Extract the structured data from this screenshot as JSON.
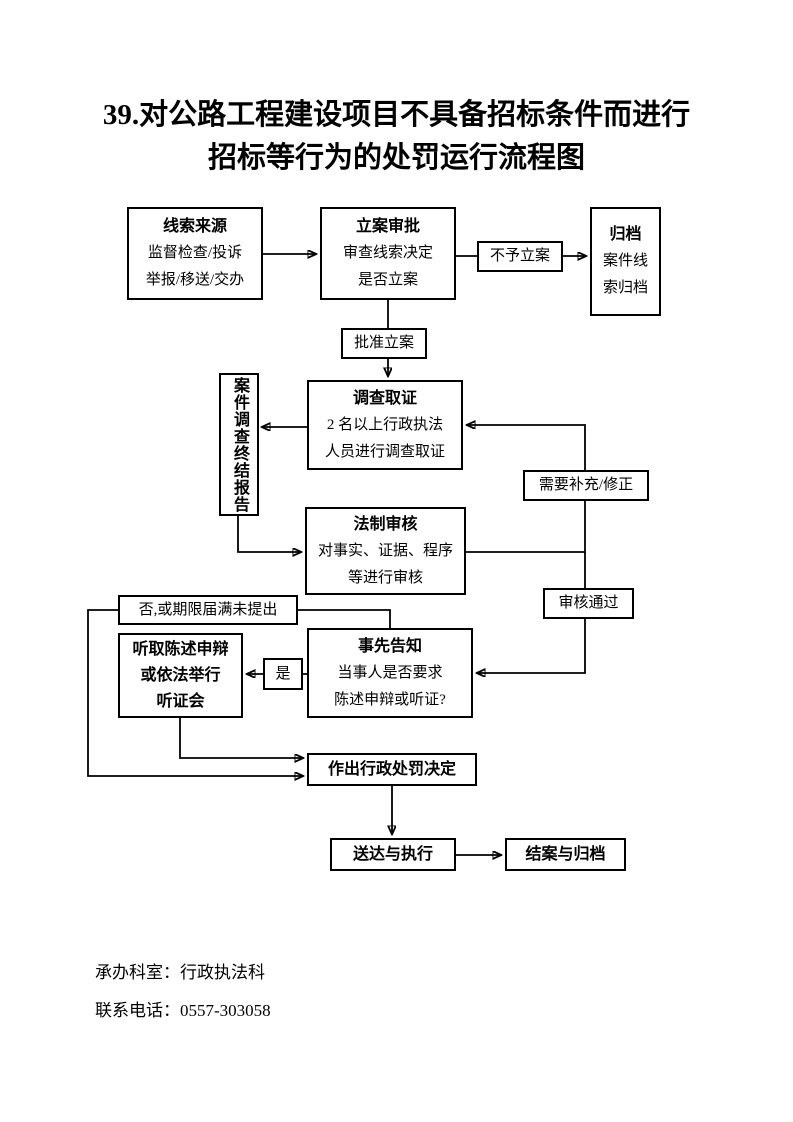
{
  "title": {
    "line1": "39.对公路工程建设项目不具备招标条件而进行",
    "line2": "招标等行为的处罚运行流程图"
  },
  "flowchart": {
    "clue_source": {
      "title": "线索来源",
      "line1": "监督检查/投诉",
      "line2": "举报/移送/交办"
    },
    "case_approval": {
      "title": "立案审批",
      "line1": "审查线索决定",
      "line2": "是否立案"
    },
    "no_case": {
      "label": "不予立案"
    },
    "archive": {
      "title": "归档",
      "line1": "案件线",
      "line2": "索归档"
    },
    "approve_case": {
      "label": "批准立案"
    },
    "investigation": {
      "title": "调查取证",
      "line1": "2 名以上行政执法",
      "line2": "人员进行调查取证"
    },
    "case_report": {
      "label": "案件调查终结报告"
    },
    "legal_review": {
      "title": "法制审核",
      "line1": "对事实、证据、程序",
      "line2": "等进行审核"
    },
    "need_supplement": {
      "label": "需要补充/修正"
    },
    "review_passed": {
      "label": "审核通过"
    },
    "no_branch": {
      "label": "否,或期限届满未提出"
    },
    "prior_notice": {
      "title": "事先告知",
      "line1": "当事人是否要求",
      "line2": "陈述申辩或听证?"
    },
    "yes_branch": {
      "label": "是"
    },
    "hearing": {
      "line1": "听取陈述申辩",
      "line2": "或依法举行",
      "line3": "听证会"
    },
    "decision": {
      "label": "作出行政处罚决定"
    },
    "delivery": {
      "label": "送达与执行"
    },
    "closing": {
      "label": "结案与归档"
    }
  },
  "footer": {
    "department": "承办科室：行政执法科",
    "phone": "联系电话：0557-303058"
  }
}
